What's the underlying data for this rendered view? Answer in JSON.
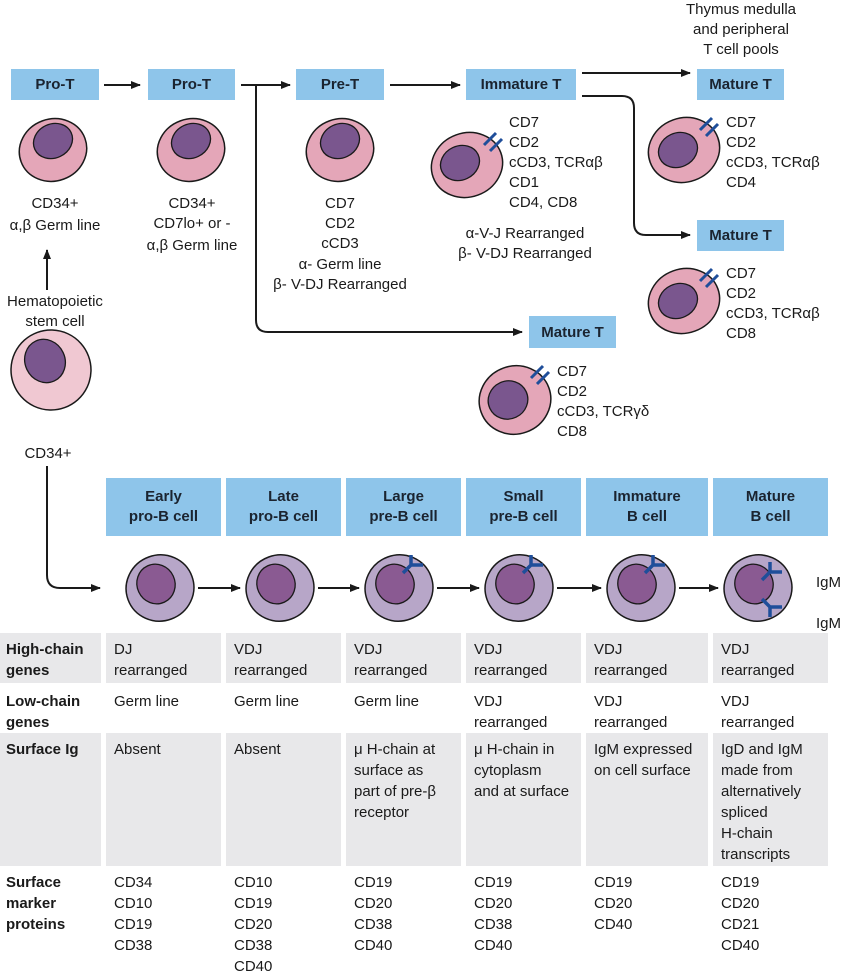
{
  "tcell": {
    "stages": [
      {
        "label": "Pro-T",
        "markers": [
          "CD34+"
        ],
        "genes": [
          "α,β Germ line"
        ]
      },
      {
        "label": "Pro-T",
        "markers": [
          "CD34+",
          "CD7lo+ or -"
        ],
        "genes": [
          "α,β Germ line"
        ]
      },
      {
        "label": "Pre-T",
        "markers": [
          "CD7",
          "CD2",
          "cCD3"
        ],
        "genes": [
          "α- Germ line",
          "β- V-DJ Rearranged"
        ]
      },
      {
        "label": "Immature T",
        "markers": [
          "CD7",
          "CD2",
          "cCD3, TCRαβ",
          "CD1",
          "CD4, CD8"
        ],
        "genes": [
          "α-V-J Rearranged",
          "β- V-DJ Rearranged"
        ]
      }
    ],
    "mature": [
      {
        "label": "Mature T",
        "markers": [
          "CD7",
          "CD2",
          "cCD3, TCRαβ",
          "CD4"
        ]
      },
      {
        "label": "Mature T",
        "markers": [
          "CD7",
          "CD2",
          "cCD3, TCRαβ",
          "CD8"
        ]
      },
      {
        "label": "Mature T",
        "markers": [
          "CD7",
          "CD2",
          "cCD3, TCRγδ",
          "CD8"
        ]
      }
    ],
    "thymus_note": [
      "Thymus medulla",
      "and peripheral",
      "T cell pools"
    ],
    "stem_cell": {
      "label": [
        "Hematopoietic",
        "stem cell"
      ],
      "marker": "CD34+"
    }
  },
  "bcell": {
    "stages": [
      {
        "line1": "Early",
        "line2": "pro-B cell"
      },
      {
        "line1": "Late",
        "line2": "pro-B cell"
      },
      {
        "line1": "Large",
        "line2": "pre-B cell"
      },
      {
        "line1": "Small",
        "line2": "pre-B cell"
      },
      {
        "line1": "Immature",
        "line2": "B cell"
      },
      {
        "line1": "Mature",
        "line2": "B cell"
      }
    ],
    "igm_label": "IgM",
    "rows": [
      {
        "label": [
          "High-chain",
          "genes"
        ],
        "cells": [
          [
            "DJ",
            "rearranged"
          ],
          [
            "VDJ",
            "rearranged"
          ],
          [
            "VDJ",
            "rearranged"
          ],
          [
            "VDJ",
            "rearranged"
          ],
          [
            "VDJ",
            "rearranged"
          ],
          [
            "VDJ",
            "rearranged"
          ]
        ]
      },
      {
        "label": [
          "Low-chain",
          "genes"
        ],
        "cells": [
          [
            "Germ line"
          ],
          [
            "Germ line"
          ],
          [
            "Germ line"
          ],
          [
            "VDJ",
            "rearranged"
          ],
          [
            "VDJ",
            "rearranged"
          ],
          [
            "VDJ",
            "rearranged"
          ]
        ]
      },
      {
        "label": [
          "Surface Ig"
        ],
        "cells": [
          [
            "Absent"
          ],
          [
            "Absent"
          ],
          [
            "μ H-chain at",
            "surface as",
            "part of pre-β",
            "receptor"
          ],
          [
            "μ H-chain in",
            "cytoplasm",
            "and at surface"
          ],
          [
            "IgM expressed",
            "on cell surface"
          ],
          [
            "IgD and IgM",
            "made from",
            "alternatively",
            "spliced",
            "H-chain",
            "transcripts"
          ]
        ]
      },
      {
        "label": [
          "Surface",
          "marker",
          "proteins"
        ],
        "cells": [
          [
            "CD34",
            "CD10",
            "CD19",
            "CD38"
          ],
          [
            "CD10",
            "CD19",
            "CD20",
            "CD38",
            "CD40"
          ],
          [
            "CD19",
            "CD20",
            "CD38",
            "CD40"
          ],
          [
            "CD19",
            "CD20",
            "CD38",
            "CD40"
          ],
          [
            "CD19",
            "CD20",
            "CD40"
          ],
          [
            "CD19",
            "CD20",
            "CD21",
            "CD40"
          ]
        ]
      }
    ]
  },
  "colors": {
    "header_blue": "#8ec5ea",
    "tcell_body": "#e4a6b8",
    "tcell_nucleus": "#7a568e",
    "stem_body": "#f0c8d2",
    "bcell_body": "#b7a6c8",
    "bcell_nucleus": "#8a5a92",
    "receptor": "#1f4e9a",
    "table_shade": "#e8e8ea"
  }
}
